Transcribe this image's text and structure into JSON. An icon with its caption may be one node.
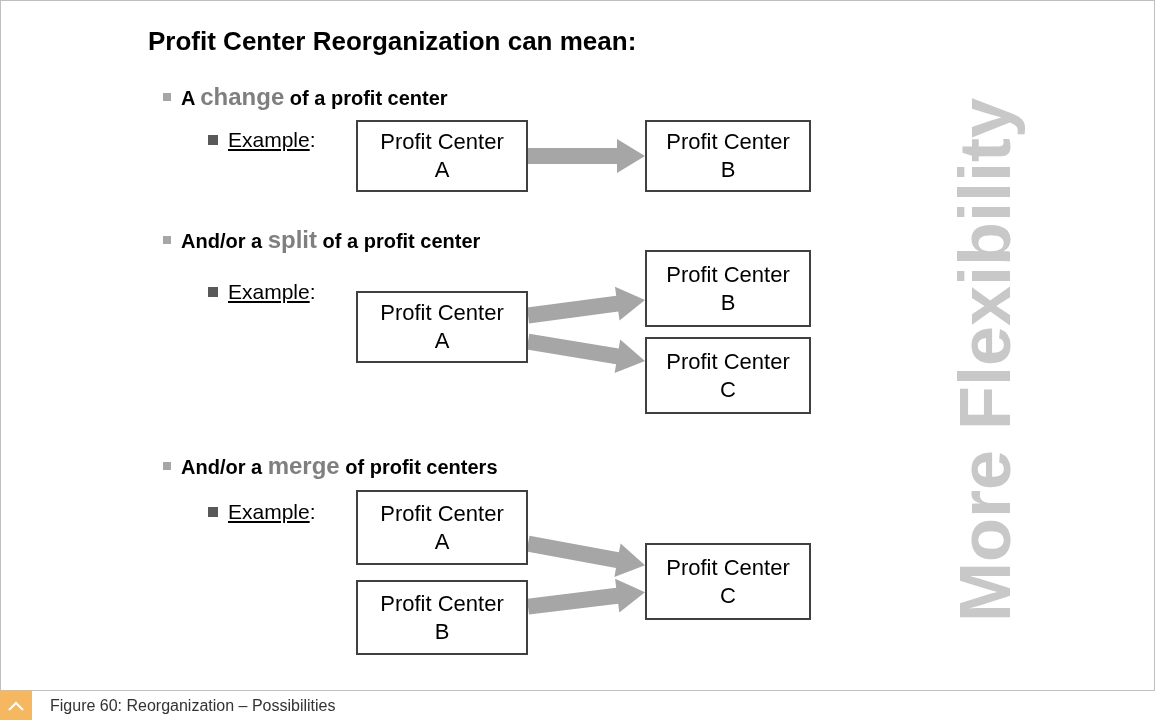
{
  "diagram": {
    "title": "Profit Center Reorganization can mean:",
    "caption": "Figure 60: Reorganization – Possibilities",
    "nodes": [
      {
        "text": [
          "Profit Center A"
        ]
      },
      {
        "text": [
          "Profit Center B"
        ]
      },
      {
        "text": [
          "Profit Center A"
        ]
      },
      {
        "text": [
          "Profit Center B"
        ]
      },
      {
        "text": [
          "Profit Center C"
        ]
      },
      {
        "text": [
          "Profit Center A"
        ]
      },
      {
        "text": [
          "Profit Center B"
        ]
      },
      {
        "text": [
          "Profit Center C"
        ]
      }
    ],
    "edges": [
      {
        "from": 0,
        "to": 1,
        "arrow": "to",
        "style": "thick"
      },
      {
        "from": 2,
        "to": 3,
        "arrow": "to",
        "style": "thick"
      },
      {
        "from": 2,
        "to": 4,
        "arrow": "to",
        "style": "thick"
      },
      {
        "from": 5,
        "to": 7,
        "arrow": "to",
        "style": "thick"
      },
      {
        "from": 6,
        "to": 7,
        "arrow": "to",
        "style": "thick"
      }
    ],
    "labels": [
      "A **change** of a profit center",
      "*Example*:",
      "And/or a **split** of a profit center",
      "*Example*:",
      "And/or a **merge** of profit centers",
      "*Example*:",
      "More Flexibility"
    ]
  }
}
